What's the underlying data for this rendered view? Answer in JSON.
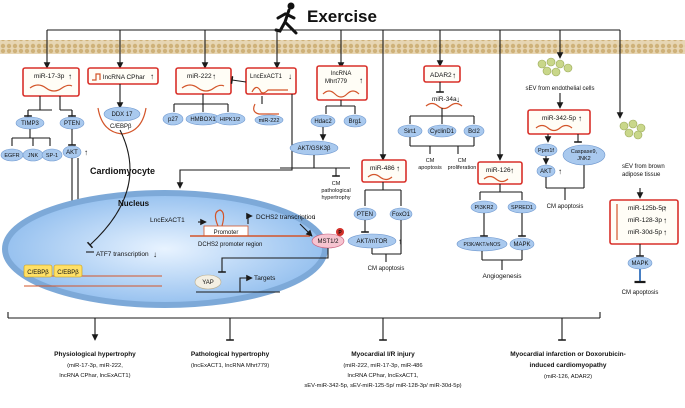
{
  "title": "Exercise",
  "cell_label": "Cardiomyocyte",
  "symbols": {
    "up": "↑",
    "down": "↓",
    "p": "P"
  },
  "nodes": {
    "mir17": "miR-17-3p",
    "timp3": "TIMP3",
    "pten1": "PTEN",
    "egfr": "EGFR",
    "jnk": "JNK",
    "sp1": "SP-1",
    "akt": "AKT",
    "cphar": "lncRNA CPhar",
    "ddx17": "DDX 17",
    "cebpb1": "C/EBPβ",
    "mir222": "miR-222",
    "p27": "p27",
    "hmbox1": "HMBOX1",
    "hipk": "HIPK1/2",
    "lncexact1": "LncExACT1",
    "mir222small": "miR-222",
    "mhrt1": "lncRNA",
    "mhrt2": "Mhrt779",
    "hdac2": "Hdac2",
    "brg1": "Brg1",
    "aktgsk": "AKT/GSK3β",
    "cmpath1": "CM",
    "cmpath2": "pathological",
    "cmpath3": "hypertrophy",
    "adar2": "ADAR2",
    "mir34a": "miR-34a",
    "sirt1": "Sirt1",
    "cyclind1": "CyclinD1",
    "bcl2": "Bcl2",
    "cm1a": "CM",
    "cm1b": "apoptosis",
    "cm2a": "CM",
    "cm2b": "proliferation",
    "sevendo": "sEV from endothelial cells",
    "mir342": "miR-342-5p",
    "ppm1f": "Ppm1f",
    "casp1": "Caspase9,",
    "casp2": "JNK2",
    "cmapo": "CM apoptosis",
    "sevbrown1": "sEV from brown",
    "sevbrown2": "adipose tissue",
    "sevbrown3": "",
    "mir125": "miR-125b-5p",
    "mir128": "miR-128-3p",
    "mir30": "miR-30d-5p",
    "mapk": "MAPK",
    "mir486": "miR-486",
    "foxo1": "FoxO1",
    "aktmtor": "AKT/mTOR",
    "mir126": "miR-126",
    "pi3kr2": "PI3KR2",
    "spred1": "SPRED1",
    "pi3kaktenos": "PI3K/AKT/eNOS",
    "angio": "Angiogenesis"
  },
  "nucleus": {
    "label": "Nucleus",
    "lncexact1": "LncExACT1",
    "promoter": "Promoter",
    "dchs2region": "DCHS2 promoter region",
    "dchs2tx": "DCHS2 transcription",
    "mst": "MST1/2",
    "yap": "YAP",
    "targets": "Targets",
    "cebp1": "C/EBPβ",
    "cebp2": "C/EBPβ",
    "atf7": "ATF7 transcription"
  },
  "outcomes": [
    {
      "title": "Physiological hypertrophy",
      "line1": "(miR-17-3p, miR-222,",
      "line2": "lncRNA CPhar, lncExACT1)"
    },
    {
      "title": "Pathological hypertrophy",
      "line1": "(lncExACT1, lncRNA Mhrt779)"
    },
    {
      "title": "Myocardial I/R injury",
      "line1": "(miR-222, miR-17-3p, miR-486",
      "line2": "lncRNA CPhar, lncExACT1,",
      "line3": "sEV-miR-342-5p, sEV-miR-125-5p/ miR-128-3p/ miR-30d-5p)",
      "line4": ""
    },
    {
      "title": "Myocardial infarction or Doxorubicin-",
      "title2": "induced cardiomyopathy",
      "line1": "(miR-126, ADAR2)"
    }
  ]
}
